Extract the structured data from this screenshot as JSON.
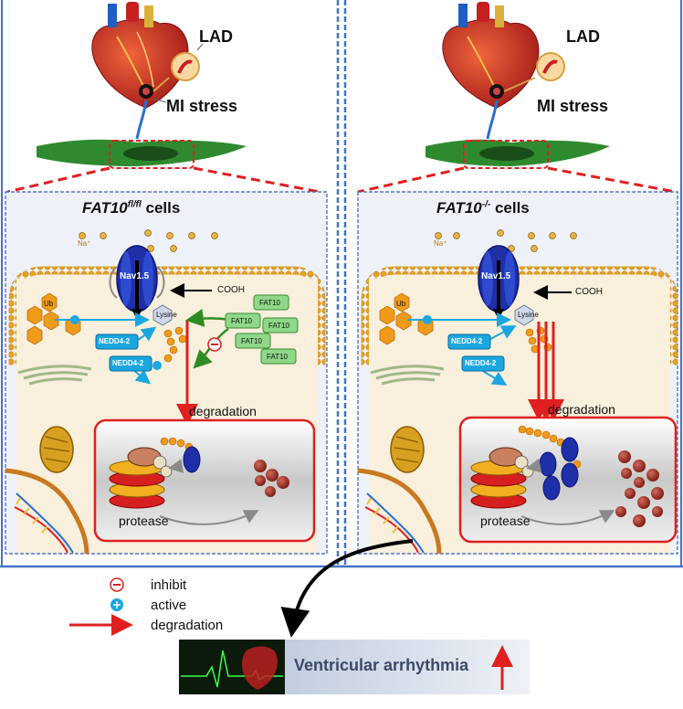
{
  "left_panel": {
    "lad_label": "LAD",
    "mi_label": "MI stress",
    "cell_title_gene": "FAT10",
    "cell_title_super": "fl/fl",
    "cell_title_suffix": " cells",
    "channel_label": "Nav1.5",
    "lysine_label": "Lysine",
    "cooh_label": "COOH",
    "fat10_tags": [
      "FAT10",
      "FAT10",
      "FAT10",
      "FAT10",
      "FAT10"
    ],
    "nedd_labels": [
      "NEDD4-2",
      "NEDD4-2"
    ],
    "ub_label": "Ub",
    "na_label": "Na⁺",
    "degradation_label": "degradation",
    "protease_label": "protease"
  },
  "right_panel": {
    "lad_label": "LAD",
    "mi_label": "MI stress",
    "cell_title_gene": "FAT10",
    "cell_title_super": "-/-",
    "cell_title_suffix": " cells",
    "channel_label": "Nav1.5",
    "lysine_label": "Lysine",
    "cooh_label": "COOH",
    "nedd_labels": [
      "NEDD4-2",
      "NEDD4-2"
    ],
    "ub_label": "Ub",
    "na_label": "Na⁺",
    "degradation_label": "degradation",
    "protease_label": "protease"
  },
  "legend": {
    "inhibit_label": "inhibit",
    "active_label": "active",
    "degradation_label": "degradation"
  },
  "outcome": {
    "label": "Ventricular arrhythmia"
  },
  "colors": {
    "panel_border": "#3a5da8",
    "divider": "#4472c4",
    "membrane": "#e8a020",
    "red": "#e02020",
    "nedd_fill": "#1aa7e0",
    "fat10_fill": "#8fd88a",
    "cell_bg": "#f8efdc",
    "arrhythmia_bg": "#d7dde8"
  }
}
